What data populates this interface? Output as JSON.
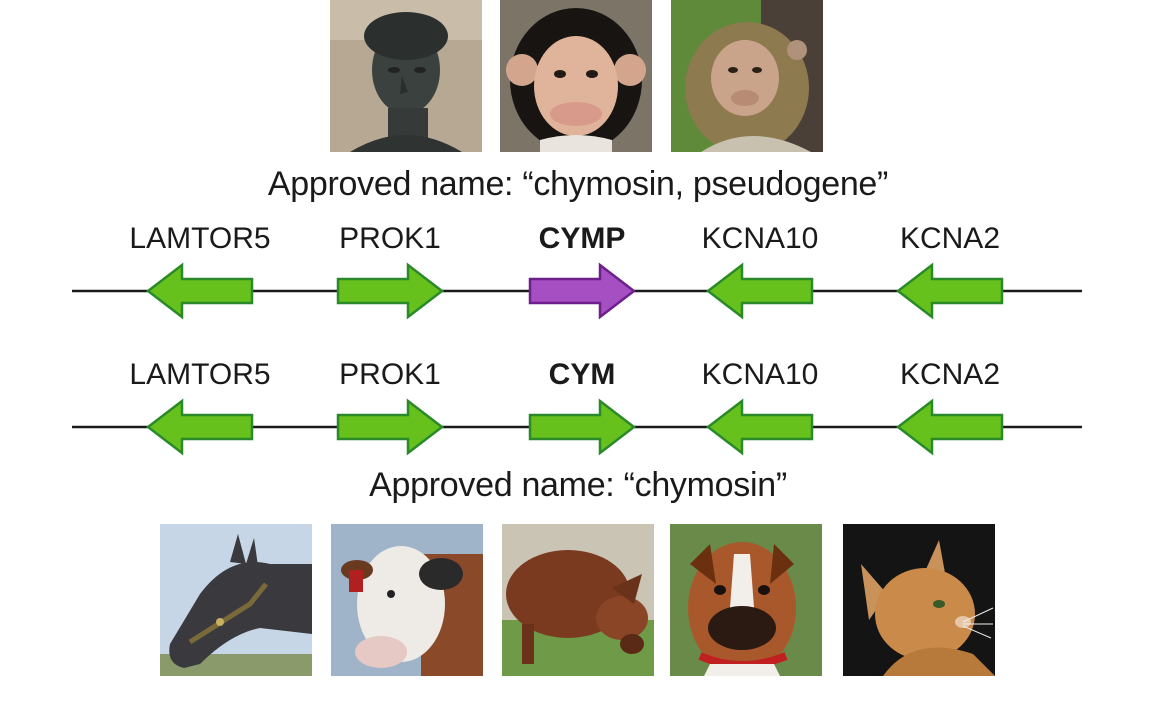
{
  "top_caption": "Approved name: “chymosin, pseudogene”",
  "bottom_caption": "Approved name: “chymosin”",
  "colors": {
    "gene_fill": "#66c11d",
    "gene_stroke": "#2a8a2a",
    "pseudogene_fill": "#a64fc3",
    "pseudogene_stroke": "#6d1f8c",
    "line": "#1a1a1a"
  },
  "top_photos": [
    "human-statue",
    "chimpanzee",
    "rhesus-macaque"
  ],
  "bottom_photos": [
    "horse",
    "cow",
    "pig",
    "boxer-dog",
    "cat"
  ],
  "tracks": [
    {
      "genes": [
        {
          "label": "LAMTOR5",
          "direction": "left",
          "type": "gene",
          "bold": false
        },
        {
          "label": "PROK1",
          "direction": "right",
          "type": "gene",
          "bold": false
        },
        {
          "label": "CYMP",
          "direction": "right",
          "type": "pseudogene",
          "bold": true
        },
        {
          "label": "KCNA10",
          "direction": "left",
          "type": "gene",
          "bold": false
        },
        {
          "label": "KCNA2",
          "direction": "left",
          "type": "gene",
          "bold": false
        }
      ]
    },
    {
      "genes": [
        {
          "label": "LAMTOR5",
          "direction": "left",
          "type": "gene",
          "bold": false
        },
        {
          "label": "PROK1",
          "direction": "right",
          "type": "gene",
          "bold": false
        },
        {
          "label": "CYM",
          "direction": "right",
          "type": "gene",
          "bold": true
        },
        {
          "label": "KCNA10",
          "direction": "left",
          "type": "gene",
          "bold": false
        },
        {
          "label": "KCNA2",
          "direction": "left",
          "type": "gene",
          "bold": false
        }
      ]
    }
  ]
}
